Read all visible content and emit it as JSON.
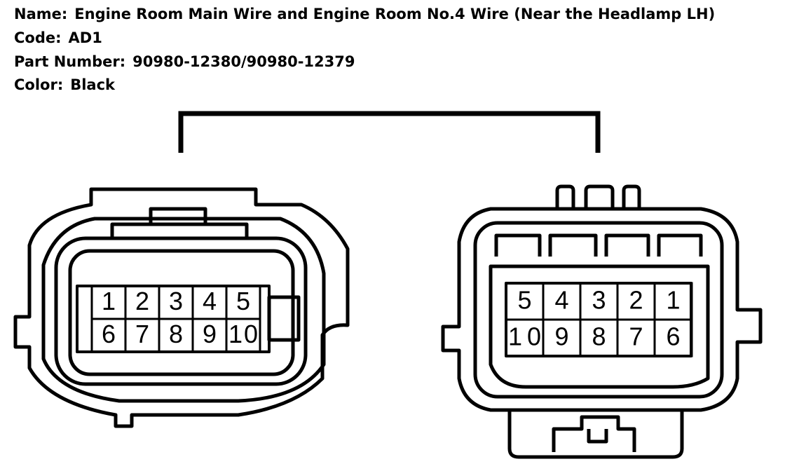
{
  "header": {
    "name_label": "Name:",
    "name_value": "Engine Room Main Wire and Engine Room No.4 Wire (Near the Headlamp LH)",
    "code_label": "Code:",
    "code_value": "AD1",
    "part_label": "Part Number:",
    "part_value": "90980-12380/90980-12379",
    "color_label": "Color:",
    "color_value": "Black"
  },
  "left_connector": {
    "pins_top": [
      "1",
      "2",
      "3",
      "4",
      "5"
    ],
    "pins_bottom": [
      "6",
      "7",
      "8",
      "9",
      "10"
    ]
  },
  "right_connector": {
    "pins_top": [
      "5",
      "4",
      "3",
      "2",
      "1"
    ],
    "pins_bottom": [
      "10",
      "9",
      "8",
      "7",
      "6"
    ]
  }
}
